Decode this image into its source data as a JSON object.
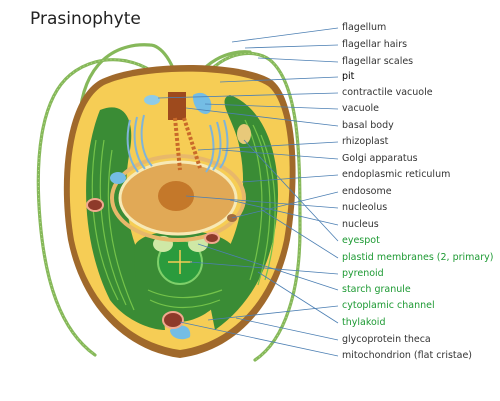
{
  "title": "Prasinophyte",
  "colors": {
    "wall": "#a0692b",
    "cytoplasm": "#f6cd55",
    "chloroplast": "#3a8c35",
    "thylakoid": "#74c34a",
    "leader": "#4c7fb3",
    "label_default": "#333333",
    "label_green": "#1d9a33"
  },
  "labels": [
    {
      "id": "flagellum",
      "text": "flagellum",
      "style": "default"
    },
    {
      "id": "flagellar-hairs",
      "text": "flagellar hairs",
      "style": "default"
    },
    {
      "id": "flagellar-scales",
      "text": "flagellar scales",
      "style": "default"
    },
    {
      "id": "pit",
      "text": "pit",
      "style": "bold"
    },
    {
      "id": "contractile-vacuole",
      "text": "contractile vacuole",
      "style": "default"
    },
    {
      "id": "vacuole",
      "text": "vacuole",
      "style": "default"
    },
    {
      "id": "basal-body",
      "text": "basal body",
      "style": "default"
    },
    {
      "id": "rhizoplast",
      "text": "rhizoplast",
      "style": "default"
    },
    {
      "id": "golgi-apparatus",
      "text": "Golgi apparatus",
      "style": "default"
    },
    {
      "id": "endoplasmic-reticulum",
      "text": "endoplasmic reticulum",
      "style": "default"
    },
    {
      "id": "endosome",
      "text": "endosome",
      "style": "default"
    },
    {
      "id": "nucleolus",
      "text": "nucleolus",
      "style": "default"
    },
    {
      "id": "nucleus",
      "text": "nucleus",
      "style": "default"
    },
    {
      "id": "eyespot",
      "text": "eyespot",
      "style": "green"
    },
    {
      "id": "plastid-membranes",
      "text": "plastid membranes (2, primary)",
      "style": "green"
    },
    {
      "id": "pyrenoid",
      "text": "pyrenoid",
      "style": "green"
    },
    {
      "id": "starch-granule",
      "text": "starch granule",
      "style": "green"
    },
    {
      "id": "cytoplamic-channel",
      "text": "cytoplamic channel",
      "style": "green"
    },
    {
      "id": "thylakoid",
      "text": "thylakoid",
      "style": "green"
    },
    {
      "id": "glycoprotein-theca",
      "text": "glycoprotein theca",
      "style": "default"
    },
    {
      "id": "mitochondrion",
      "text": "mitochondrion (flat cristae)",
      "style": "default"
    }
  ]
}
